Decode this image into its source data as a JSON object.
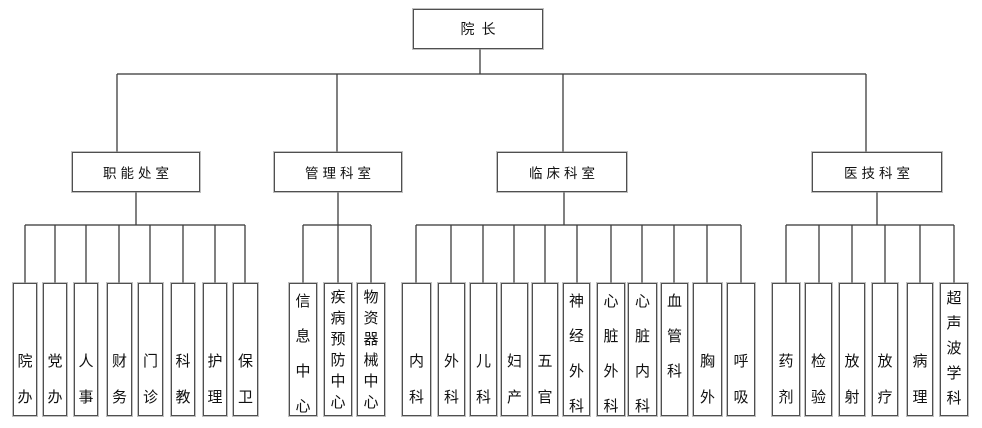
{
  "diagram": {
    "type": "org-chart",
    "root": {
      "label": "院长"
    },
    "departments": [
      {
        "label": "职能处室",
        "children": [
          "院办",
          "党办",
          "人事",
          "财务",
          "门诊",
          "科教",
          "护理",
          "保卫"
        ]
      },
      {
        "label": "管理科室",
        "children": [
          "信息中心",
          "疾病预防中心",
          "物资器械中心"
        ]
      },
      {
        "label": "临床科室",
        "children": [
          "内科",
          "外科",
          "儿科",
          "妇产",
          "五官",
          "神经外科",
          "心脏外科",
          "心脏内科",
          "血管科",
          "胸外",
          "呼吸"
        ]
      },
      {
        "label": "医技科室",
        "children": [
          "药剂",
          "检验",
          "放射",
          "放疗",
          "病理",
          "超声波学科"
        ]
      }
    ],
    "colors": {
      "background": "#ffffff",
      "box_border": "#4f4f4f",
      "box_edge_shadow": "#8c8c8c",
      "connector_main": "#7f7f7f",
      "connector_branch": "#3d3d3d",
      "text": "#101010"
    }
  }
}
